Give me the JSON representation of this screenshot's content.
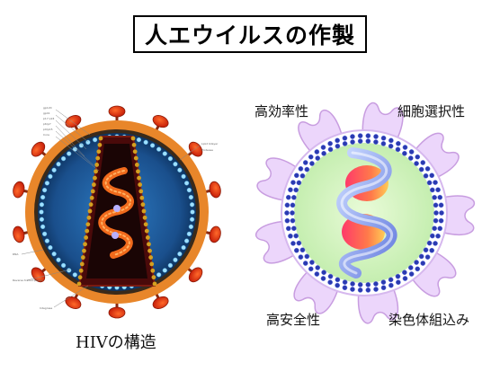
{
  "title": "人エウイルスの作製",
  "left_panel": {
    "caption": "HIVの構造",
    "tiny_labels": [
      "gp120",
      "gp41",
      "p17 p24",
      "p6/p7",
      "p9/p15",
      "Core",
      "Lipid bilayer",
      "RNA",
      "Reverse transcriptase",
      "Integrase",
      "Protease"
    ]
  },
  "right_panel": {
    "labels": {
      "top_left": "高効率性",
      "top_right": "細胞選択性",
      "bottom_left": "高安全性",
      "bottom_right": "染色体組込み"
    }
  },
  "colors": {
    "envelope_orange": "#e8862a",
    "capsid_red": "#b01818",
    "rna_orange": "#f06a1c",
    "inner_blue": "#1e5f9e",
    "vector_purple_outline": "#c89de0",
    "vector_bead_blue": "#2a3ab0",
    "vector_core_green": "#d8f5c0"
  }
}
